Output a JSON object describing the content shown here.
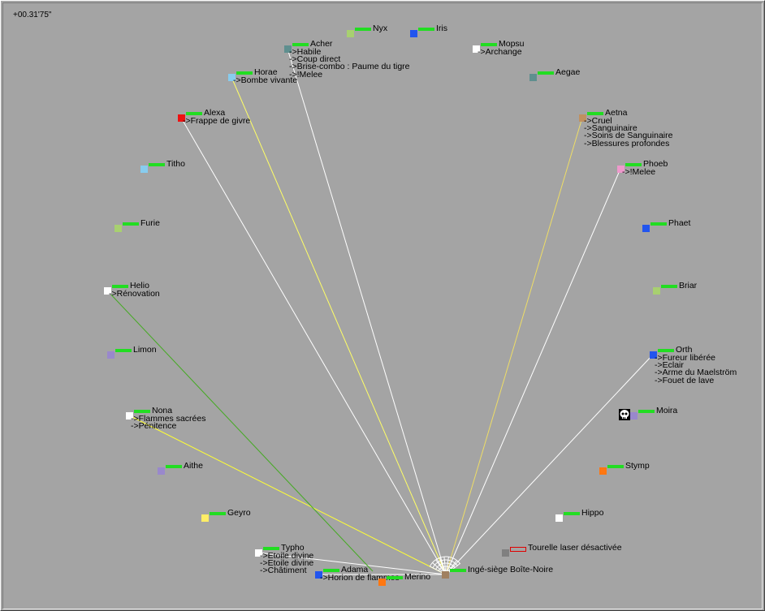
{
  "timer": "+00.31'75\"",
  "units": [
    {
      "id": "acher",
      "name": "Acher",
      "color": "#5f8f8f",
      "actions": [
        "->Habile",
        "->Coup direct",
        "->Brise-combo : Paume du tigre",
        "->!Melee"
      ]
    },
    {
      "id": "nyx",
      "name": "Nyx",
      "color": "#a8d070",
      "actions": []
    },
    {
      "id": "iris",
      "name": "Iris",
      "color": "#2255ee",
      "actions": []
    },
    {
      "id": "mopsu",
      "name": "Mopsu",
      "color": "#ffffff",
      "actions": [
        "->Archange"
      ]
    },
    {
      "id": "aegae",
      "name": "Aegae",
      "color": "#5f8f8f",
      "actions": []
    },
    {
      "id": "horae",
      "name": "Horae",
      "color": "#88ccee",
      "actions": [
        "->Bombe vivante"
      ]
    },
    {
      "id": "alexa",
      "name": "Alexa",
      "color": "#ee1111",
      "actions": [
        "->Frappe de givre"
      ]
    },
    {
      "id": "aetna",
      "name": "Aetna",
      "color": "#c09060",
      "actions": [
        "->Cruel",
        "->Sanguinaire",
        "->Soins de Sanguinaire",
        "->Blessures profondes"
      ]
    },
    {
      "id": "titho",
      "name": "Titho",
      "color": "#88ccee",
      "actions": []
    },
    {
      "id": "phoeb",
      "name": "Phoeb",
      "color": "#ee99cc",
      "actions": [
        "->!Melee"
      ]
    },
    {
      "id": "furie",
      "name": "Furie",
      "color": "#a8d070",
      "actions": []
    },
    {
      "id": "phaet",
      "name": "Phaet",
      "color": "#2255ee",
      "actions": []
    },
    {
      "id": "helio",
      "name": "Helio",
      "color": "#ffffff",
      "actions": [
        "->Rénovation"
      ]
    },
    {
      "id": "briar",
      "name": "Briar",
      "color": "#a8d070",
      "actions": []
    },
    {
      "id": "limon",
      "name": "Limon",
      "color": "#9988cc",
      "actions": []
    },
    {
      "id": "orth",
      "name": "Orth",
      "color": "#2255ee",
      "actions": [
        "->Fureur libérée",
        "->Eclair",
        "->Arme du Maelström",
        "->Fouet de lave"
      ]
    },
    {
      "id": "nona",
      "name": "Nona",
      "color": "#ffffff",
      "actions": [
        "->Flammes sacrées",
        "->Pénitence"
      ]
    },
    {
      "id": "moira",
      "name": "Moira",
      "color": "#9988cc",
      "actions": [],
      "dead": true
    },
    {
      "id": "aithe",
      "name": "Aithe",
      "color": "#9988cc",
      "actions": []
    },
    {
      "id": "stymp",
      "name": "Stymp",
      "color": "#ff7711",
      "actions": []
    },
    {
      "id": "geyro",
      "name": "Geyro",
      "color": "#ffee66",
      "actions": []
    },
    {
      "id": "hippo",
      "name": "Hippo",
      "color": "#ffffff",
      "actions": []
    },
    {
      "id": "tourelle",
      "name": "Tourelle laser désactivée",
      "color": "#808080",
      "actions": [],
      "empty_hp": true
    },
    {
      "id": "typho",
      "name": "Typho",
      "color": "#ffffff",
      "actions": [
        "->Etoile divine",
        "->Etoile divine",
        "->Châtiment"
      ]
    },
    {
      "id": "adama",
      "name": "Adama",
      "color": "#2255ee",
      "actions": [
        "->Horion de flammes"
      ]
    },
    {
      "id": "merino",
      "name": "Merino",
      "color": "#ff7711",
      "actions": []
    },
    {
      "id": "inge",
      "name": "Ingé-siège Boîte-Noire",
      "color": "#a08060",
      "actions": []
    }
  ]
}
